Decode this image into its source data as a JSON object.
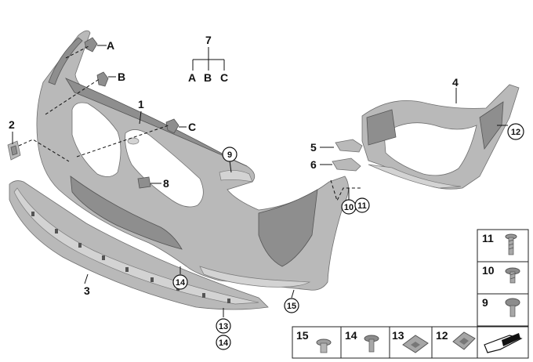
{
  "callouts": {
    "n1": "1",
    "n2": "2",
    "n3": "3",
    "n4": "4",
    "n5": "5",
    "n6": "6",
    "n7": "7",
    "n8": "8",
    "n9": "9",
    "n10": "10",
    "n11": "11",
    "n12": "12",
    "n13": "13",
    "n14": "14",
    "n15": "15",
    "A": "A",
    "B": "B",
    "C": "C"
  },
  "legend": {
    "item11": "11",
    "item10": "10",
    "item9": "9",
    "item15": "15",
    "item14": "14",
    "item13": "13",
    "item12": "12"
  }
}
